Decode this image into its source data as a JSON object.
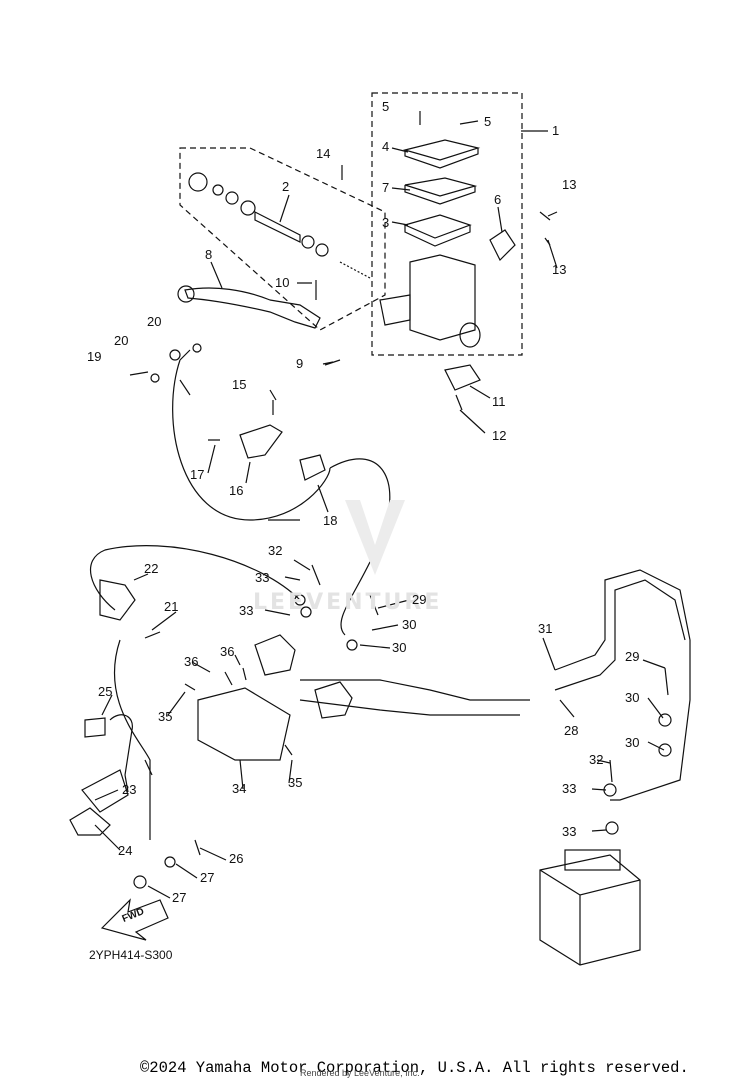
{
  "diagram": {
    "code": "2YPH414-S300",
    "watermark": "LEEVENTURE",
    "fwd_label": "FWD",
    "copyright": "©2024 Yamaha Motor Corporation, U.S.A. All rights reserved.",
    "rendered_by": "Rendered by LeeVenture, Inc.",
    "callouts": [
      "1",
      "2",
      "3",
      "4",
      "5",
      "5",
      "6",
      "7",
      "8",
      "9",
      "10",
      "11",
      "12",
      "13",
      "13",
      "14",
      "15",
      "16",
      "17",
      "18",
      "19",
      "20",
      "20",
      "21",
      "22",
      "23",
      "24",
      "25",
      "26",
      "27",
      "27",
      "28",
      "29",
      "29",
      "30",
      "30",
      "30",
      "30",
      "31",
      "32",
      "32",
      "33",
      "33",
      "33",
      "33",
      "34",
      "35",
      "35",
      "36",
      "36"
    ]
  }
}
